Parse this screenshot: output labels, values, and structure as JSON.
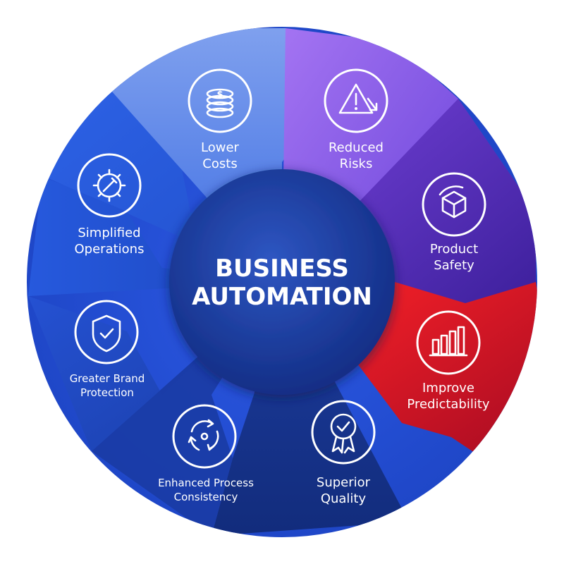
{
  "center": {
    "line1": "BUSINESS",
    "line2": "AUTOMATION"
  },
  "colors": {
    "blue_light": "#6f8fe6",
    "blue_mid": "#2a5fe0",
    "blue_deep": "#163a9a",
    "purple_light": "#9b6cf0",
    "purple_deep": "#4b2ab3",
    "red": "#e5121c",
    "hub": "#1f3f9a"
  },
  "segments": [
    {
      "id": "lower-costs",
      "icon": "coins-icon",
      "lines": [
        "Lower",
        "Costs"
      ]
    },
    {
      "id": "reduced-risks",
      "icon": "warning-triangle-icon",
      "lines": [
        "Reduced",
        "Risks"
      ]
    },
    {
      "id": "product-safety",
      "icon": "box-icon",
      "lines": [
        "Product",
        "Safety"
      ]
    },
    {
      "id": "improve-predictability",
      "icon": "bar-chart-icon",
      "lines": [
        "Improve",
        "Predictability"
      ]
    },
    {
      "id": "superior-quality",
      "icon": "award-badge-icon",
      "lines": [
        "Superior",
        "Quality"
      ]
    },
    {
      "id": "enhanced-process-consistency",
      "icon": "cycle-arrows-icon",
      "lines": [
        "Enhanced Process",
        "Consistency"
      ]
    },
    {
      "id": "greater-brand-protection",
      "icon": "shield-check-icon",
      "lines": [
        "Greater Brand",
        "Protection"
      ]
    },
    {
      "id": "simplified-operations",
      "icon": "gear-wrench-icon",
      "lines": [
        "Simplified",
        "Operations"
      ]
    }
  ]
}
